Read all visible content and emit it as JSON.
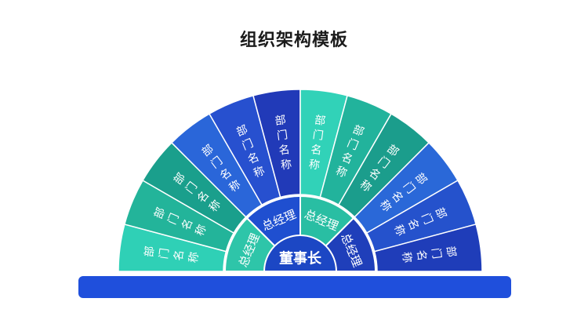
{
  "title": "组织架构模板",
  "chairman": {
    "label": "董事长",
    "color": "#1c47c4"
  },
  "managers": [
    {
      "label": "总经理",
      "color": "#2ec5a9"
    },
    {
      "label": "总经理",
      "color": "#1f4fd0"
    },
    {
      "label": "总经理",
      "color": "#29bea3"
    },
    {
      "label": "总经理",
      "color": "#1f3fba"
    }
  ],
  "departments": [
    {
      "label": "部门名称",
      "color": "#2fd0b6"
    },
    {
      "label": "部门名称",
      "color": "#23b49a"
    },
    {
      "label": "部门名称",
      "color": "#1a9f8c"
    },
    {
      "label": "部门名称",
      "color": "#2a66d9"
    },
    {
      "label": "部门名称",
      "color": "#2750cf"
    },
    {
      "label": "部门名称",
      "color": "#213ab8"
    },
    {
      "label": "部门名称",
      "color": "#31d2b8"
    },
    {
      "label": "部门名称",
      "color": "#22b39c"
    },
    {
      "label": "部门名称",
      "color": "#1b9d8c"
    },
    {
      "label": "部门名称",
      "color": "#2a68d8"
    },
    {
      "label": "部门名称",
      "color": "#2552cc"
    },
    {
      "label": "部门名称",
      "color": "#1f3db9"
    }
  ],
  "base_color": "#1f4fdc",
  "separator_color": "#ffffff"
}
